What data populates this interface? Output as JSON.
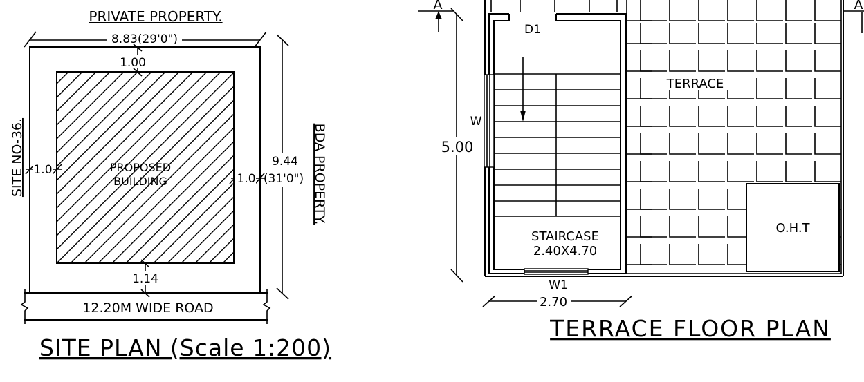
{
  "site_plan": {
    "top_label": "PRIVATE PROPERTY.",
    "width_dim": "8.83(29'0\")",
    "setback_top": "1.00",
    "setback_left": "1.0",
    "setback_right": "1.0",
    "setback_bottom": "1.14",
    "height_dim": "9.44",
    "height_dim_ft": "(31'0\")",
    "left_label": "SITE NO-36.",
    "right_label": "BDA PROPERTY.",
    "building_label_1": "PROPOSED",
    "building_label_2": "BUILDING",
    "road_label": "12.20M WIDE ROAD",
    "title": "SITE PLAN (Scale 1:200)"
  },
  "terrace_plan": {
    "section_mark_left": "A",
    "section_mark_right": "A",
    "door_label": "D1",
    "window_label_left": "W",
    "window_label_bottom": "W1",
    "height_dim": "5.00",
    "width_dim": "2.70",
    "terrace_label": "TERRACE",
    "stair_label_1": "STAIRCASE",
    "stair_label_2": "2.40X4.70",
    "tank_label": "O.H.T",
    "title": "TERRACE FLOOR PLAN"
  }
}
